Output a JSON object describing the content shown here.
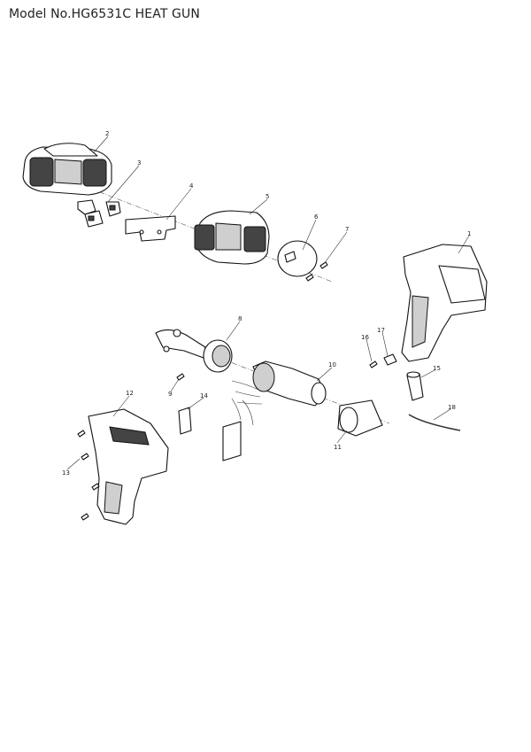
{
  "title": "Model No.HG6531C HEAT GUN",
  "callouts": [
    "1",
    "2",
    "3",
    "4",
    "5",
    "6",
    "7",
    "8",
    "9",
    "10",
    "11",
    "12",
    "13",
    "14",
    "15",
    "16",
    "17",
    "18"
  ]
}
